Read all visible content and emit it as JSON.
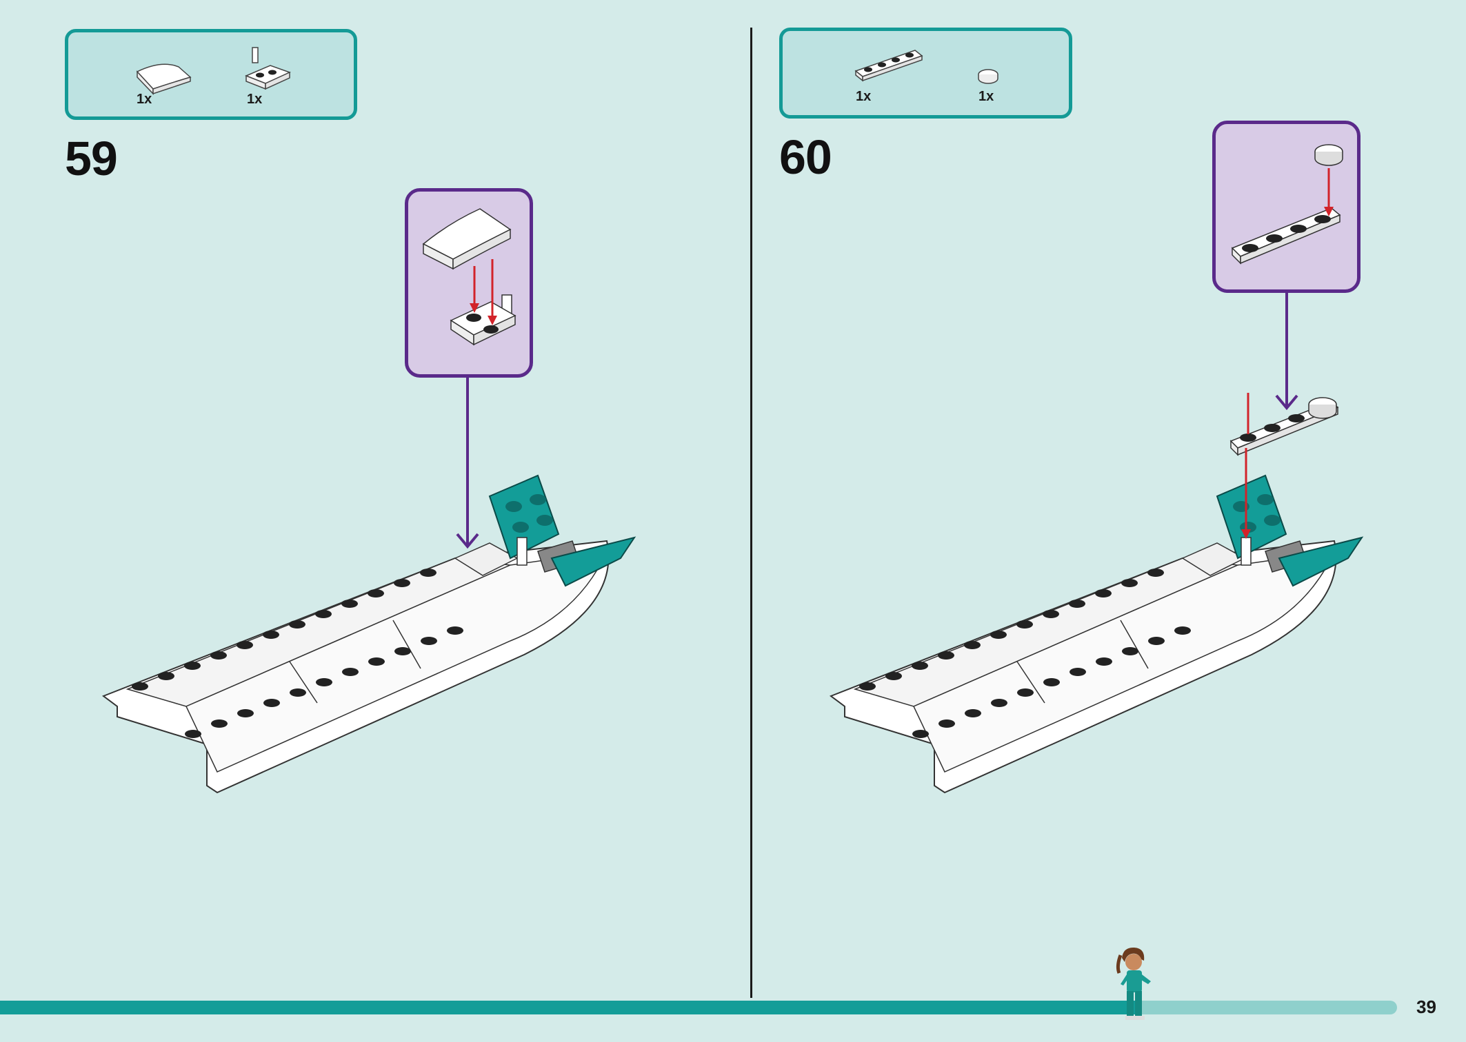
{
  "page": {
    "number": "39",
    "progress_fraction": 0.815
  },
  "colors": {
    "accent_teal": "#149a96",
    "callout_purple": "#5a2a8a",
    "arrow_red": "#d2232a",
    "background": "#d4ebe9"
  },
  "steps": [
    {
      "number": "59",
      "parts": [
        {
          "qty": "1x",
          "icon": "curved-slope-brick-icon"
        },
        {
          "qty": "1x",
          "icon": "plate-with-bar-icon"
        }
      ]
    },
    {
      "number": "60",
      "parts": [
        {
          "qty": "1x",
          "icon": "plate-1x4-icon"
        },
        {
          "qty": "1x",
          "icon": "round-tile-icon"
        }
      ]
    }
  ],
  "figure": {
    "icon": "minifigure-icon"
  }
}
